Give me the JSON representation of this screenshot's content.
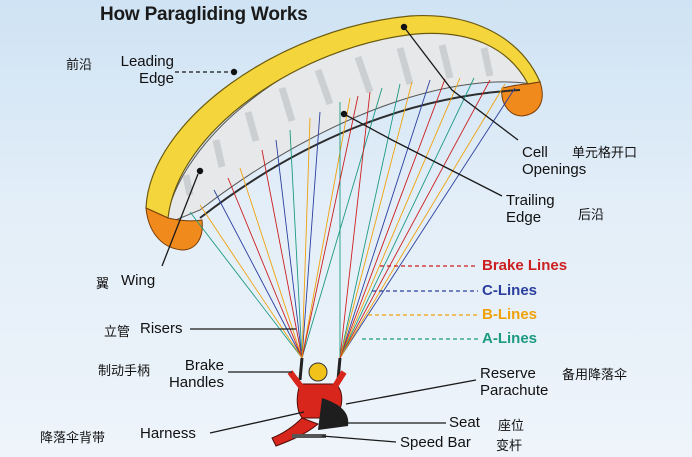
{
  "title": "How Paragliding Works",
  "labels": {
    "leading_edge": {
      "en_line1": "Leading",
      "en_line2": "Edge",
      "zh": "前沿"
    },
    "wing": {
      "en": "Wing",
      "zh": "翼"
    },
    "risers": {
      "en": "Risers",
      "zh": "立管"
    },
    "brake_handles": {
      "en_line1": "Brake",
      "en_line2": "Handles",
      "zh": "制动手柄"
    },
    "harness": {
      "en": "Harness",
      "zh": "降落伞背带"
    },
    "cell_openings": {
      "en_line1": "Cell",
      "en_line2": "Openings",
      "zh": "单元格开口"
    },
    "trailing_edge": {
      "en_line1": "Trailing",
      "en_line2": "Edge",
      "zh": "后沿"
    },
    "reserve_parachute": {
      "en_line1": "Reserve",
      "en_line2": "Parachute",
      "zh": "备用降落伞"
    },
    "seat": {
      "en": "Seat",
      "zh": "座位"
    },
    "speed_bar": {
      "en": "Speed Bar",
      "zh": "变杆"
    }
  },
  "lines": [
    {
      "label": "Brake Lines",
      "color": "#cc1f1f"
    },
    {
      "label": "C-Lines",
      "color": "#2b3f9e"
    },
    {
      "label": "B-Lines",
      "color": "#f0a10a"
    },
    {
      "label": "A-Lines",
      "color": "#1c9a82"
    }
  ],
  "colors": {
    "canopy_top": "#f4d63c",
    "canopy_underside": "#e4e6e8",
    "wingtip": "#f08a1c",
    "pilot_suit": "#d9261c"
  }
}
